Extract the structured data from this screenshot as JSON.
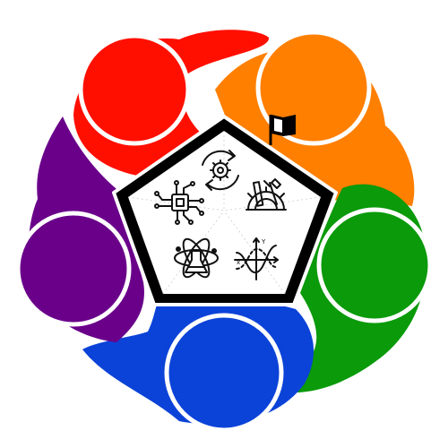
{
  "logo": {
    "people": [
      {
        "name": "red-person",
        "color": "#ff0f00"
      },
      {
        "name": "orange-person",
        "color": "#ff7f00"
      },
      {
        "name": "green-person",
        "color": "#0a9a0a"
      },
      {
        "name": "blue-person",
        "color": "#0b43d8"
      },
      {
        "name": "purple-person",
        "color": "#6a008a"
      }
    ],
    "house": {
      "frame_color": "#000000",
      "fill_color": "#ffffff",
      "flag_color": "#000000"
    },
    "icons": [
      {
        "name": "cycle-gear-icon",
        "meaning": "technology"
      },
      {
        "name": "circuit-chip-icon",
        "meaning": "computing"
      },
      {
        "name": "engineering-tools-icon",
        "meaning": "engineering"
      },
      {
        "name": "atom-flask-icon",
        "meaning": "science"
      },
      {
        "name": "math-graph-icon",
        "meaning": "mathematics"
      }
    ],
    "axis_labels": {
      "x": "x",
      "y": "Y"
    }
  }
}
